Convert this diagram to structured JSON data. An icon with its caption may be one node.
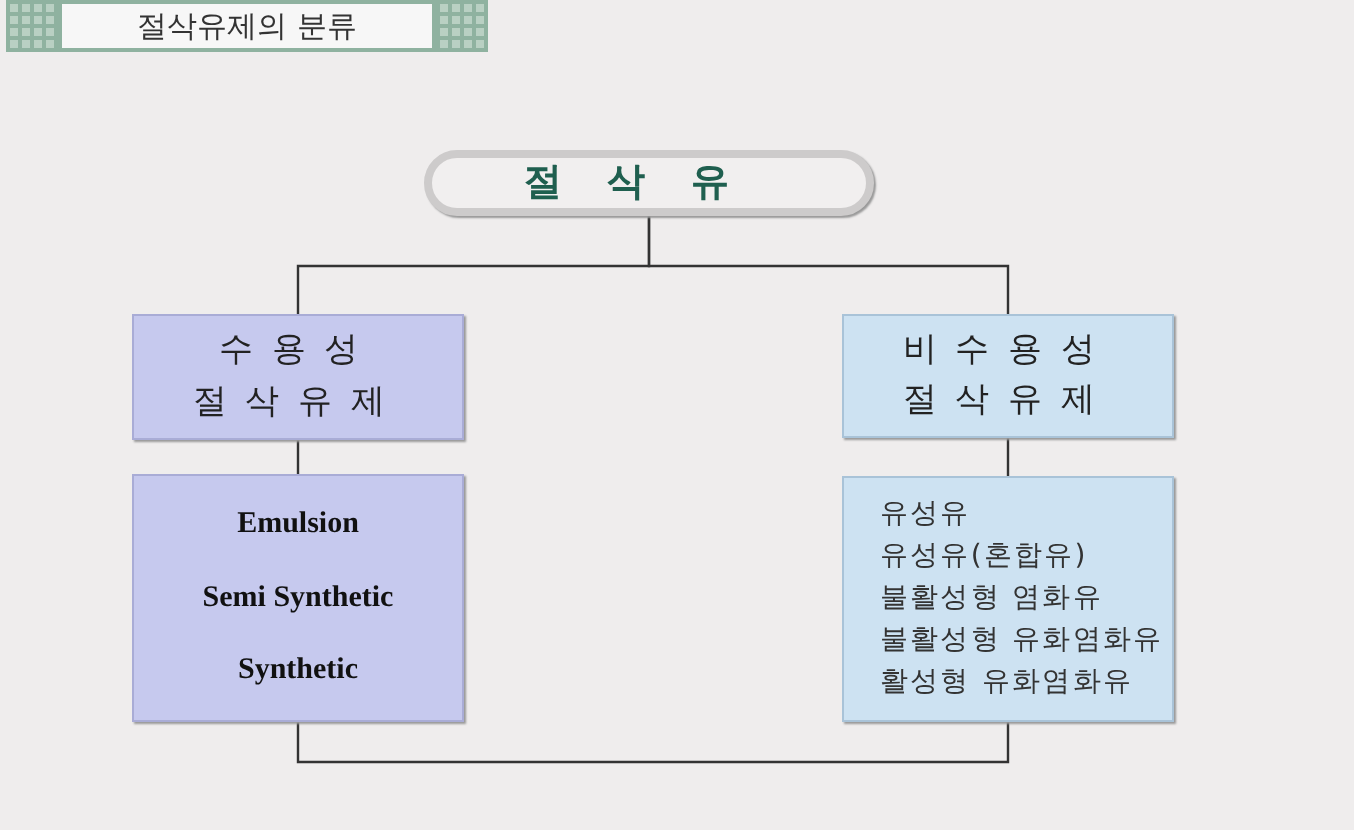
{
  "diagram": {
    "title": "절삭유제의 분류",
    "nodes": [
      {
        "text": [
          "절삭유"
        ]
      },
      {
        "text": [
          "수용성 절삭유제"
        ]
      },
      {
        "text": [
          "비수용성 절삭유제"
        ]
      },
      {
        "text": [
          "Emulsion",
          "Semi Synthetic",
          "Synthetic"
        ]
      },
      {
        "text": [
          "유성유",
          "유성유(혼합유)",
          "불활성형 염화유",
          "불활성형 유화염화유",
          "활성형 유화염화유"
        ]
      }
    ],
    "edges": [
      {
        "from": 0,
        "to": 1,
        "arrow": "none"
      },
      {
        "from": 0,
        "to": 2,
        "arrow": "none"
      },
      {
        "from": 1,
        "to": 3,
        "arrow": "none"
      },
      {
        "from": 2,
        "to": 4,
        "arrow": "none"
      },
      {
        "from": 3,
        "to": 4,
        "arrow": "none"
      }
    ]
  }
}
